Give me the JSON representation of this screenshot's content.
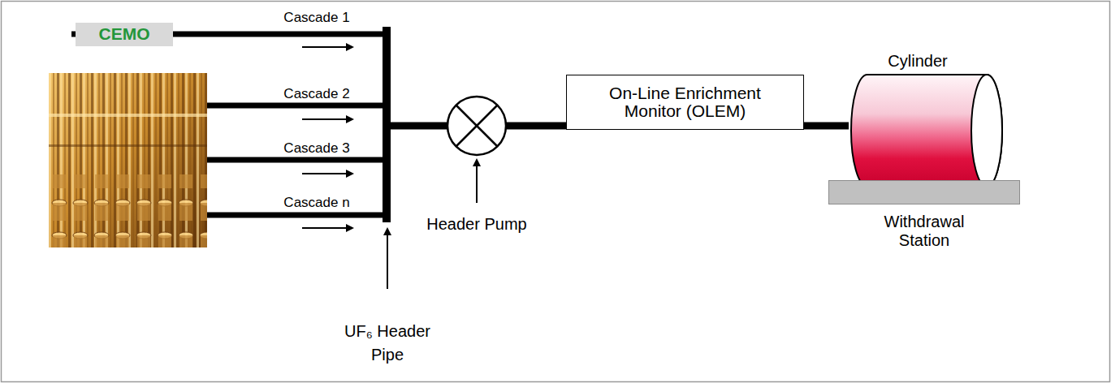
{
  "diagram": {
    "nodes": [
      {
        "text": [
          "CEMO"
        ]
      },
      {
        "text": [
          "On-Line Enrichment Monitor (OLEM)"
        ]
      },
      {
        "text": [
          "Cylinder"
        ]
      },
      {
        "text": [
          "Withdrawal Station"
        ]
      }
    ],
    "edges": [
      {
        "from": 1,
        "to": 2,
        "arrow": "none"
      }
    ],
    "labels": [
      "Cascade 1",
      "Cascade 2",
      "Cascade 3",
      "Cascade n",
      "Header Pump",
      "UF₆ Header Pipe"
    ]
  }
}
